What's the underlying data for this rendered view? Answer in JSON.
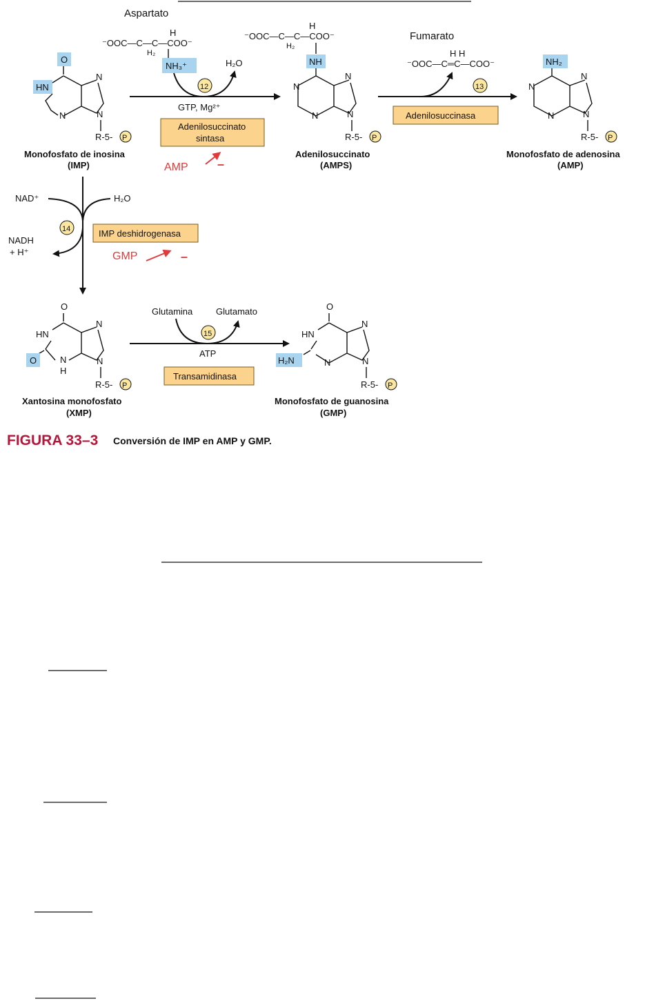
{
  "reactants": {
    "aspartate": "Aspartato",
    "aspartate_formula": {
      "line1": "H",
      "line2": "⁻OOC—C—C—COO⁻",
      "line3": "H₂",
      "nh3": "NH₃⁺"
    },
    "water_out": "H₂O",
    "fumarate": "Fumarato",
    "fumarate_formula": {
      "line1": "H   H",
      "line2": "⁻OOC—C═C—COO⁻"
    },
    "nad": "NAD⁺",
    "water_in": "H₂O",
    "nadh": "NADH",
    "nadh_h": "+ H⁺",
    "glutamine": "Glutamina",
    "glutamate": "Glutamato"
  },
  "cofactors": {
    "step12": "GTP, Mg²⁺",
    "step15": "ATP"
  },
  "steps": [
    "12",
    "13",
    "14",
    "15"
  ],
  "enzymes": {
    "adenylosuccinate_synthase": {
      "line1": "Adenilosuccinato",
      "line2": "sintasa"
    },
    "adenylosuccinase": "Adenilosuccinasa",
    "imp_dehydrogenase": "IMP deshidrogenasa",
    "transamidinase": "Transamidinasa"
  },
  "compounds": {
    "imp": {
      "name": "Monofosfato de inosina",
      "abbr": "(IMP)"
    },
    "amps": {
      "name": "Adenilosuccinato",
      "abbr": "(AMPS)",
      "amps_chain": {
        "line1": "H",
        "line2": "⁻OOC—C—C—COO⁻",
        "line3": "H₂"
      }
    },
    "amp": {
      "name": "Monofosfato de adenosina",
      "abbr": "(AMP)"
    },
    "xmp": {
      "name": "Xantosina monofosfato",
      "abbr": "(XMP)"
    },
    "gmp": {
      "name": "Monofosfato de guanosina",
      "abbr": "(GMP)"
    }
  },
  "atoms": {
    "O": "O",
    "HN": "HN",
    "N": "N",
    "NH": "NH",
    "NH2": "NH₂",
    "H2N": "H₂N",
    "H": "H",
    "ribose": "R-5-",
    "phosphate": "P"
  },
  "annotations": {
    "amp_inhibitor": "AMP",
    "gmp_inhibitor": "GMP",
    "minus": "–"
  },
  "caption": {
    "label": "FIGURA 33–3",
    "text": "Conversión de IMP en AMP y GMP."
  }
}
